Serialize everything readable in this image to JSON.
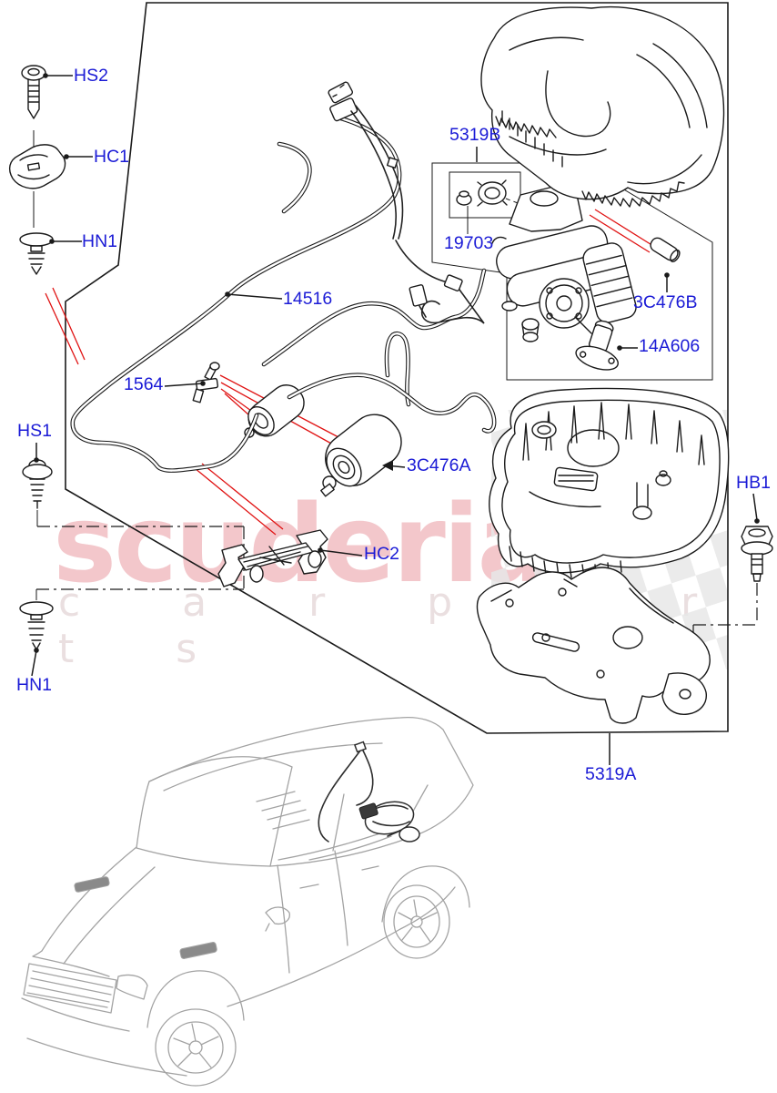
{
  "watermark": {
    "brand": "scuderia",
    "tagline": "c a r  p a r t s"
  },
  "part_labels": {
    "hs2": "HS2",
    "hc1": "HC1",
    "hn1_top": "HN1",
    "b5319b": "5319B",
    "n19703": "19703",
    "n14516": "14516",
    "n3c476b": "3C476B",
    "n14a606": "14A606",
    "n1564": "1564",
    "hs1": "HS1",
    "n3c476a": "3C476A",
    "hb1": "HB1",
    "hc2": "HC2",
    "hn1_bottom": "HN1",
    "a5319a": "5319A"
  },
  "colors": {
    "label_blue": "#1b1bd6",
    "leader_red": "#e01313",
    "line_black": "#1a1a1a",
    "watermark_pink": "#f3c7cb",
    "watermark_light": "#eadfe0",
    "checker_gray": "#e7e7e7",
    "car_gray": "#a3a3a3",
    "car_dark": "#2e2e2e"
  }
}
